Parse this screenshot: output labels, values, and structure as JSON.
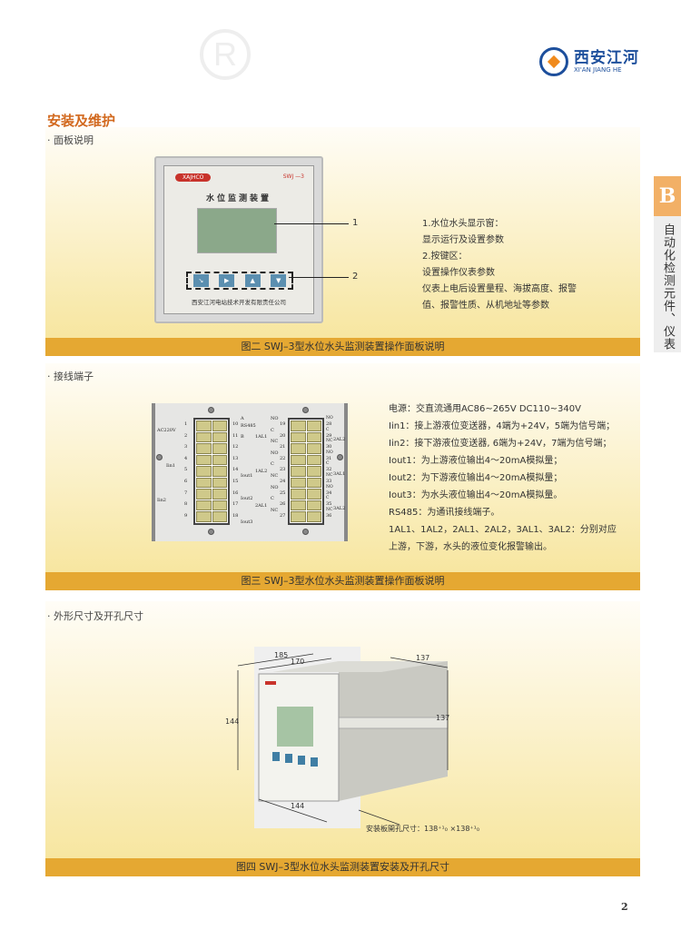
{
  "header": {
    "watermark": "R",
    "logo_cn": "西安江河",
    "logo_en": "XI'AN JIANG HE"
  },
  "side_tab": {
    "letter": "B",
    "text": "自动化检测元件、仪表"
  },
  "section_title": "安装及维护",
  "panel_section": {
    "subtitle": "· 面板说明",
    "device": {
      "brand": "XAJHCO",
      "model": "SWJ —3",
      "title": "水位监测装置",
      "company": "西安江河电站技术开发有限责任公司",
      "keys": [
        "↘",
        "▶",
        "▲",
        "▼"
      ]
    },
    "callouts": [
      "1",
      "2"
    ],
    "description": [
      "1.水位水头显示窗：",
      "显示运行及设置参数",
      "2.按键区：",
      "设置操作仪表参数",
      "仪表上电后设置量程、海拔高度、报警",
      "值、报警性质、从机地址等参数"
    ],
    "caption": "图二  SWJ–3型水位水头监测装置操作面板说明"
  },
  "terminal_section": {
    "subtitle": "· 接线端子",
    "left_numbers": [
      "1",
      "2",
      "3",
      "4",
      "5",
      "6",
      "7",
      "8",
      "9"
    ],
    "left_inner_numbers": [
      "10",
      "11",
      "12",
      "13",
      "14",
      "15",
      "16",
      "17",
      "18"
    ],
    "right_inner_numbers": [
      "19",
      "20",
      "21",
      "22",
      "23",
      "24",
      "25",
      "26",
      "27"
    ],
    "right_numbers": [
      "28",
      "29",
      "30",
      "31",
      "32",
      "33",
      "34",
      "35",
      "36"
    ],
    "labels": {
      "ac": "AC220V",
      "iin1": "Iin1",
      "iin2": "Iin2",
      "a": "A",
      "rs485": "RS485",
      "b": "B",
      "iout1": "Iout1",
      "iout2": "Iout2",
      "iout3": "Iout3"
    },
    "relay_left": [
      "1AL1",
      "1AL2",
      "2AL1"
    ],
    "relay_right": [
      "2AL2",
      "3AL1",
      "3AL2"
    ],
    "relay_pins": [
      "NO",
      "C",
      "NC"
    ],
    "description": [
      "电源：交直流通用AC86~265V   DC110~340V",
      "Iin1：接上游液位变送器，4端为+24V，5端为信号端；",
      "Iin2：接下游液位变送器, 6端为+24V，7端为信号端；",
      "Iout1：为上游液位输出4～20mA模拟量；",
      "Iout2：为下游液位输出4～20mA模拟量；",
      "Iout3：为水头液位输出4～20mA模拟量。",
      "RS485：为通讯接线端子。",
      "1AL1、1AL2，2AL1、2AL2，3AL1、3AL2：分别对应",
      "上游，下游，水头的液位变化报警输出。"
    ],
    "caption": "图三   SWJ–3型水位水头监测装置操作面板说明"
  },
  "dimension_section": {
    "subtitle": "· 外形尺寸及开孔尺寸",
    "dims": {
      "d185": "185",
      "d170": "170",
      "d137_top": "137",
      "d144_left": "144",
      "d137_right": "137",
      "d144_bottom": "144"
    },
    "cutout": "安装板開孔尺寸：138⁺¹₀ ×138⁺¹₀",
    "caption": "图四   SWJ–3型水位水头监测装置安装及开孔尺寸"
  },
  "page_number": "2"
}
